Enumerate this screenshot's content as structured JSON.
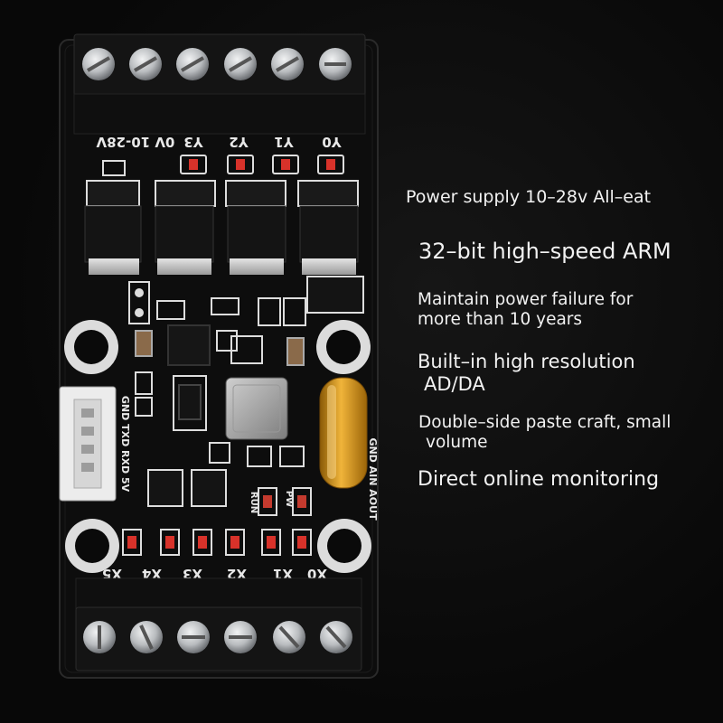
{
  "features": {
    "power_supply": "Power supply 10–28v All–eat",
    "arm": "32–bit high–speed ARM",
    "maintain_line1": "Maintain power failure for",
    "maintain_line2": "more than 10 years",
    "resolution_line1": "Built–in high resolution",
    "resolution_line2": "AD/DA",
    "paste_line1": "Double–side paste craft, small",
    "paste_line2": "volume",
    "monitoring": "Direct online monitoring"
  },
  "board": {
    "output_labels": [
      "Y3",
      "Y2",
      "Y1",
      "Y0"
    ],
    "voltage_label": "0V 10-28V",
    "input_labels": [
      "X5",
      "X4",
      "X3",
      "X2",
      "X1",
      "X0"
    ],
    "serial_label": "GND TXD RXD 5V",
    "analog_label": "GND AIN AOUT",
    "run_label": "RUN",
    "pw_label": "PW",
    "colors": {
      "pcb": "#0d0d0d",
      "terminal": "#111111",
      "screw": "#c9ccce",
      "led_red": "#d8322a",
      "capacitor": "#d99a12"
    }
  }
}
